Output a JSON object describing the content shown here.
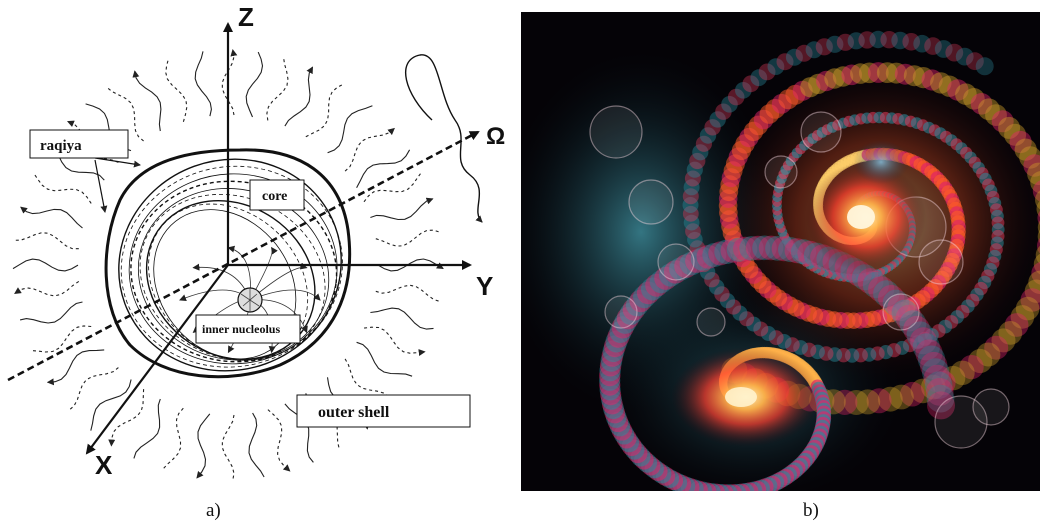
{
  "panel_a": {
    "axes": {
      "z": "Z",
      "y": "Y",
      "x": "X",
      "omega": "Ω"
    },
    "labels": {
      "raqiya": "raqiya",
      "core": "core",
      "inner_nucleolus": "inner nucleolus",
      "outer_shell": "outer shell"
    },
    "caption": "a)"
  },
  "panel_b": {
    "caption": "b)",
    "colors": {
      "background": "#050307",
      "hot": "#ff5a2a",
      "glow": "#ffd27a",
      "teal": "#2a8a9c",
      "magenta": "#e2246a"
    }
  }
}
